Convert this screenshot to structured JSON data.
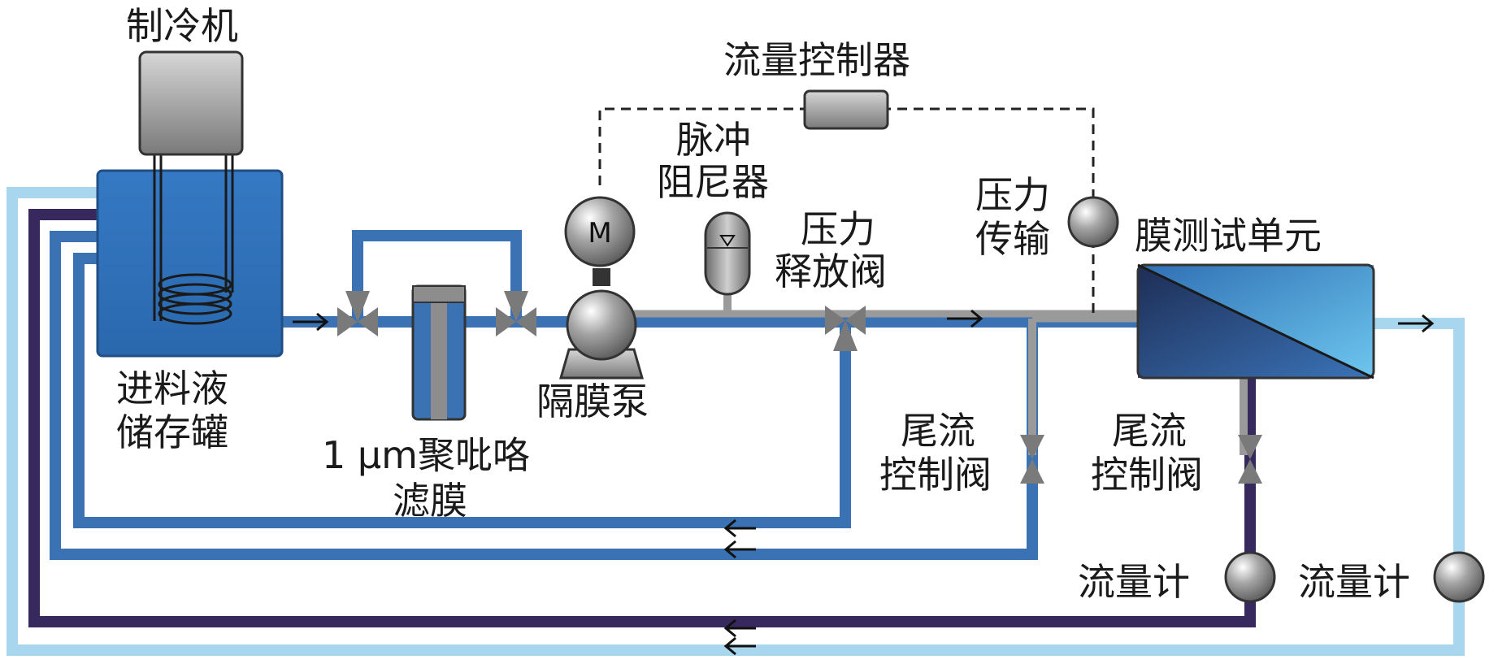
{
  "labels": {
    "refrigerator": "制冷机",
    "flow_controller": "流量控制器",
    "pulse_damper_line1": "脉冲",
    "pulse_damper_line2": "阻尼器",
    "relief_valve_line1": "压力",
    "relief_valve_line2": "释放阀",
    "pressure_transducer_line1": "压力",
    "pressure_transducer_line2": "传输",
    "membrane_cell": "膜测试单元",
    "feed_tank_line1": "进料液",
    "feed_tank_line2": "储存罐",
    "filter_line1": "1 μm聚吡咯",
    "filter_line2": "滤膜",
    "diaphragm_pump": "隔膜泵",
    "retentate_valve1_line1": "尾流",
    "retentate_valve1_line2": "控制阀",
    "retentate_valve2_line1": "尾流",
    "retentate_valve2_line2": "控制阀",
    "flowmeter1": "流量计",
    "flowmeter2": "流量计",
    "motor_letter": "M"
  },
  "colors": {
    "feed_blue": "#3a72b4",
    "light_blue": "#a8d6ee",
    "dark_purple": "#37285e",
    "gray_pipe": "#9a9a9a",
    "tank_blue": "#3d80c6",
    "device_gray": "#8c8c8c"
  },
  "icons": [
    "refrigerator-box",
    "cooling-coil",
    "three-way-valve",
    "filter-housing",
    "motor",
    "diaphragm-pump",
    "pulse-damper",
    "pressure-gauge",
    "membrane-module",
    "needle-valve",
    "flowmeter",
    "flow-arrow"
  ]
}
